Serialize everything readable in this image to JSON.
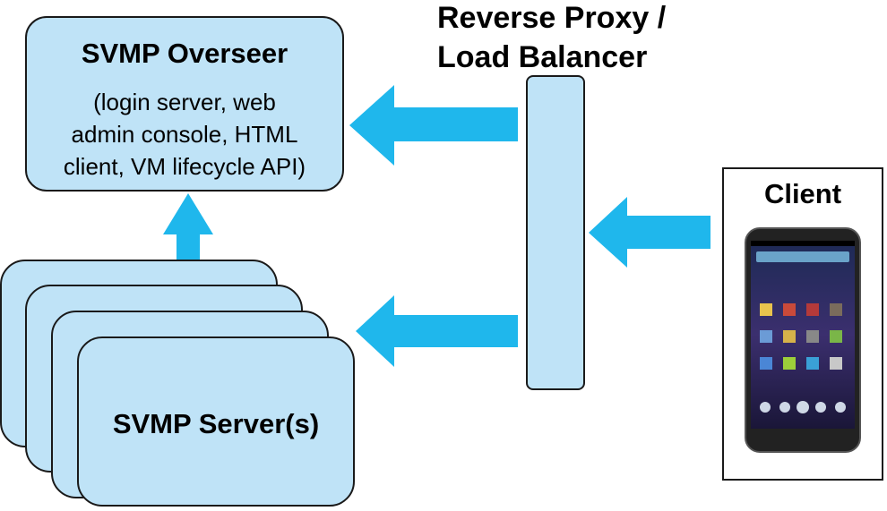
{
  "overseer": {
    "title": "SVMP Overseer",
    "desc_line1": "(login server, web",
    "desc_line2": "admin console, HTML",
    "desc_line3": "client, VM lifecycle API)"
  },
  "servers": {
    "label": "SVMP Server(s)"
  },
  "load_balancer": {
    "title_line1": "Reverse Proxy /",
    "title_line2": "Load Balancer"
  },
  "client": {
    "label": "Client"
  },
  "colors": {
    "box_fill": "#bfe3f7",
    "arrow": "#1fb7ec",
    "border": "#1a1a1a"
  }
}
